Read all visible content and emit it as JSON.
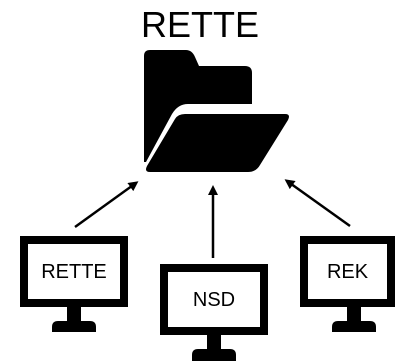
{
  "title": "RETTE",
  "folder": {
    "icon": "open-folder-icon",
    "color": "#000000"
  },
  "monitors": [
    {
      "label": "RETTE",
      "icon": "monitor-icon"
    },
    {
      "label": "NSD",
      "icon": "monitor-icon"
    },
    {
      "label": "REK",
      "icon": "monitor-icon"
    }
  ],
  "arrows": [
    {
      "from": "RETTE",
      "to": "RETTE folder"
    },
    {
      "from": "NSD",
      "to": "RETTE folder"
    },
    {
      "from": "REK",
      "to": "RETTE folder"
    }
  ],
  "colors": {
    "background": "#ffffff",
    "foreground": "#000000"
  }
}
